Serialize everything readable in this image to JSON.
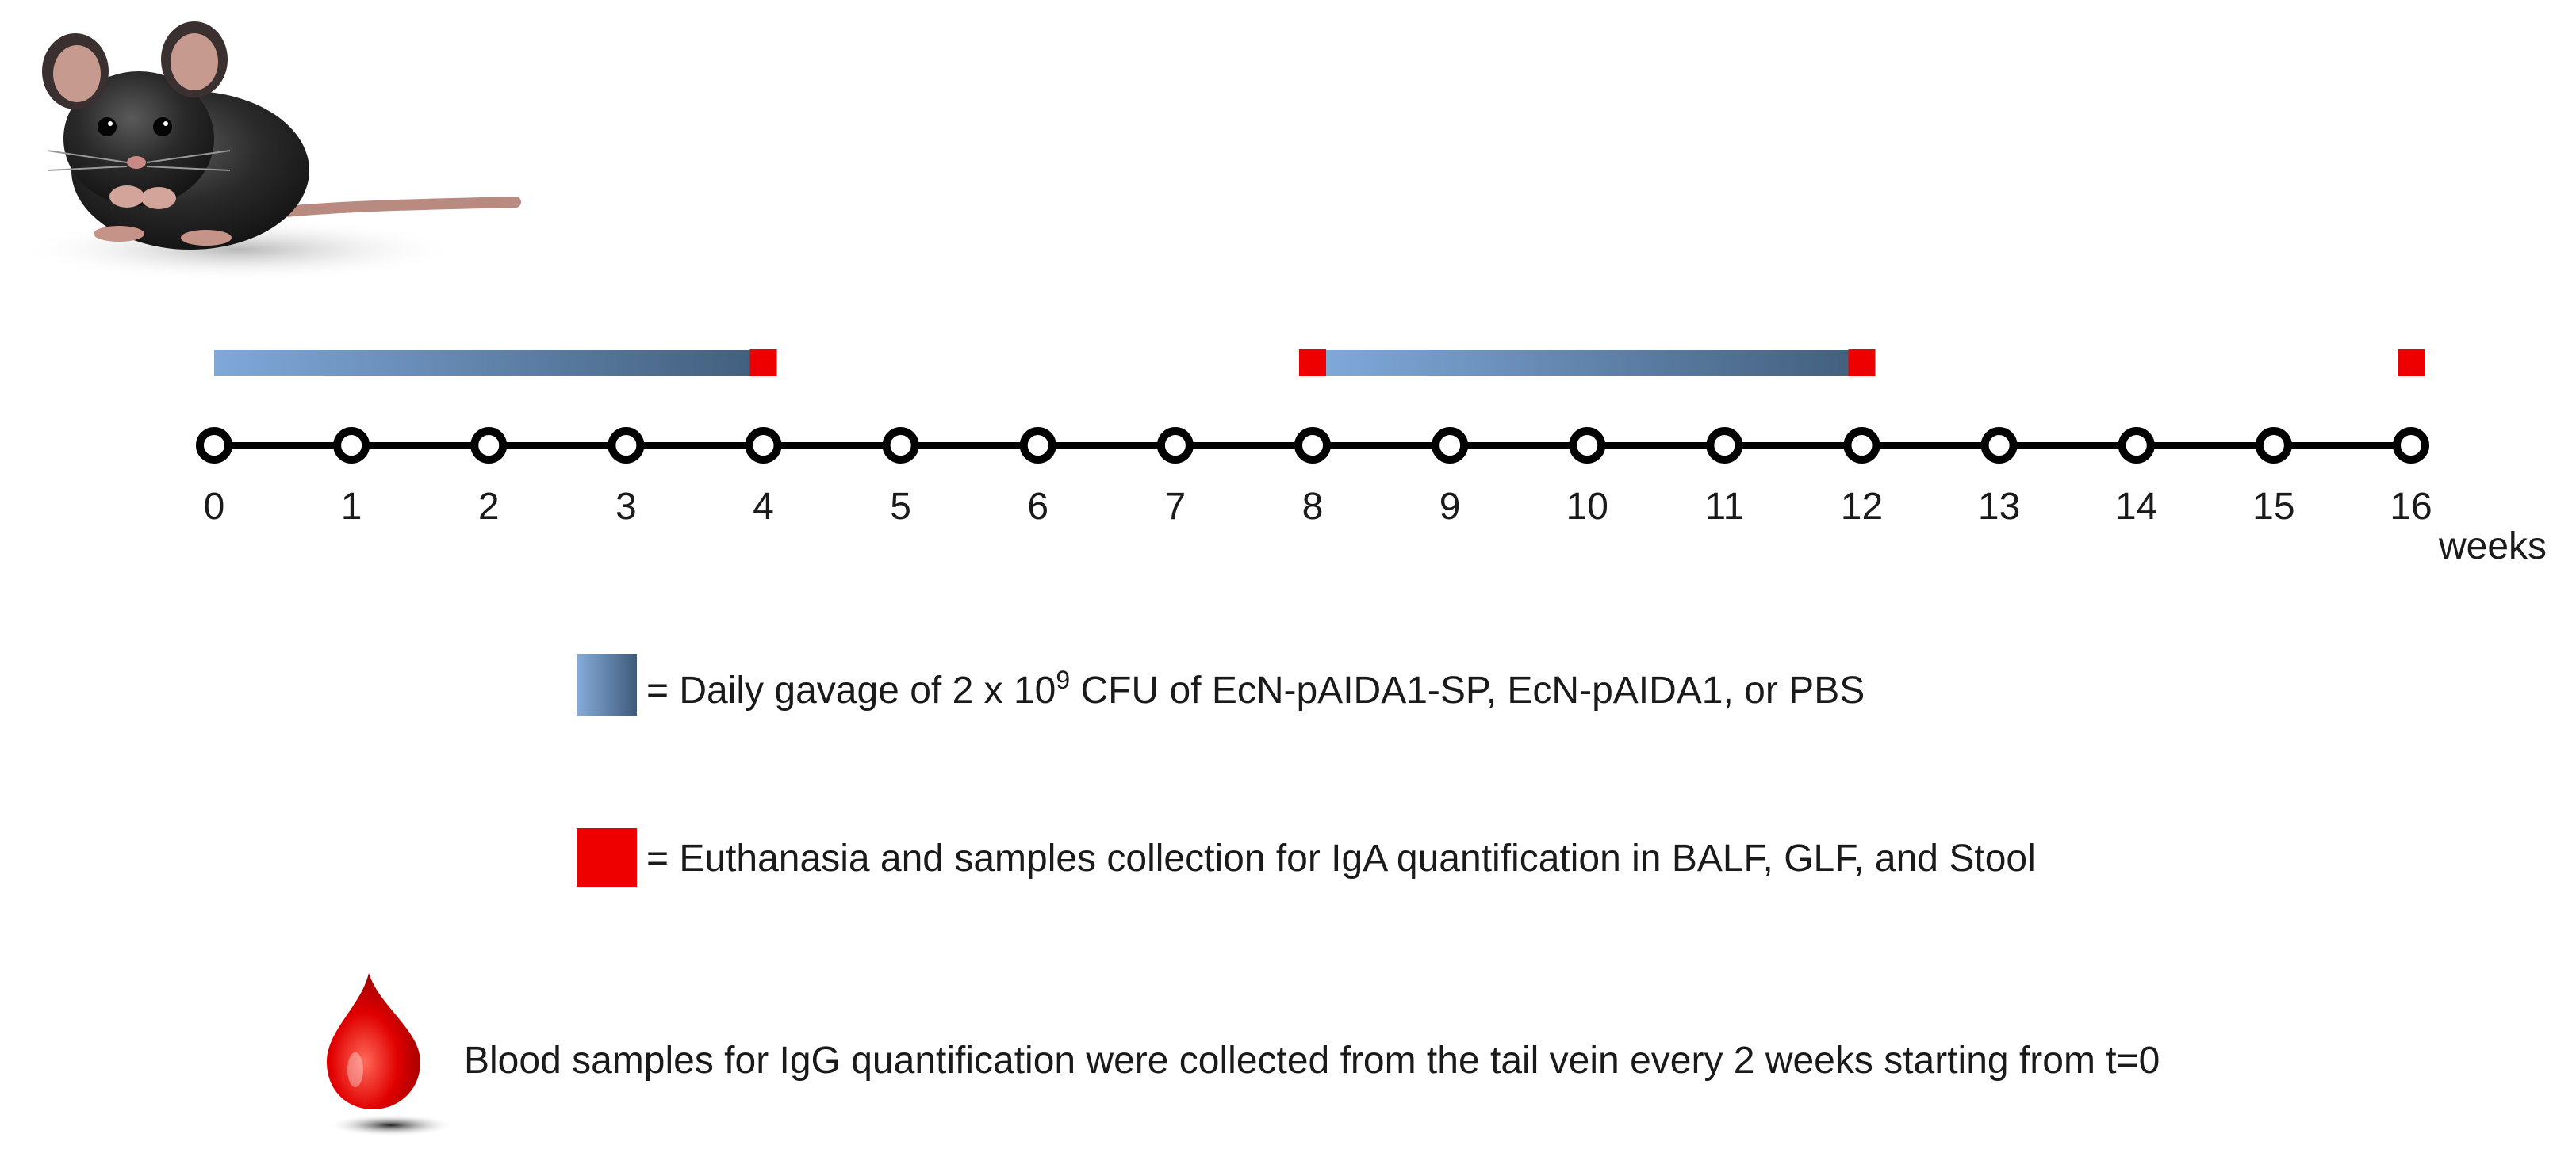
{
  "timeline": {
    "weeks": [
      0,
      1,
      2,
      3,
      4,
      5,
      6,
      7,
      8,
      9,
      10,
      11,
      12,
      13,
      14,
      15,
      16
    ],
    "units_label": "weeks",
    "gavage_periods": [
      [
        0,
        4
      ],
      [
        8,
        12
      ]
    ],
    "euthanasia_weeks": [
      4,
      8,
      12,
      16
    ]
  },
  "legend": {
    "gavage_prefix": "= Daily gavage of 2 x 10",
    "gavage_exponent": "9",
    "gavage_suffix": " CFU of EcN-pAIDA1-SP, EcN-pAIDA1, or PBS",
    "euthanasia_text": "= Euthanasia and samples collection for IgA quantification in BALF, GLF, and Stool",
    "blood_text": "Blood samples for IgG quantification were collected from the tail vein every 2 weeks starting from t=0"
  },
  "colors": {
    "gavage_start": "#7fa8d9",
    "gavage_end": "#43607f",
    "euthanasia": "#ee0000",
    "blood": "#e00000",
    "line": "#000000"
  },
  "icons": {
    "mouse": "mouse-illustration",
    "blood": "blood-drop-icon"
  }
}
